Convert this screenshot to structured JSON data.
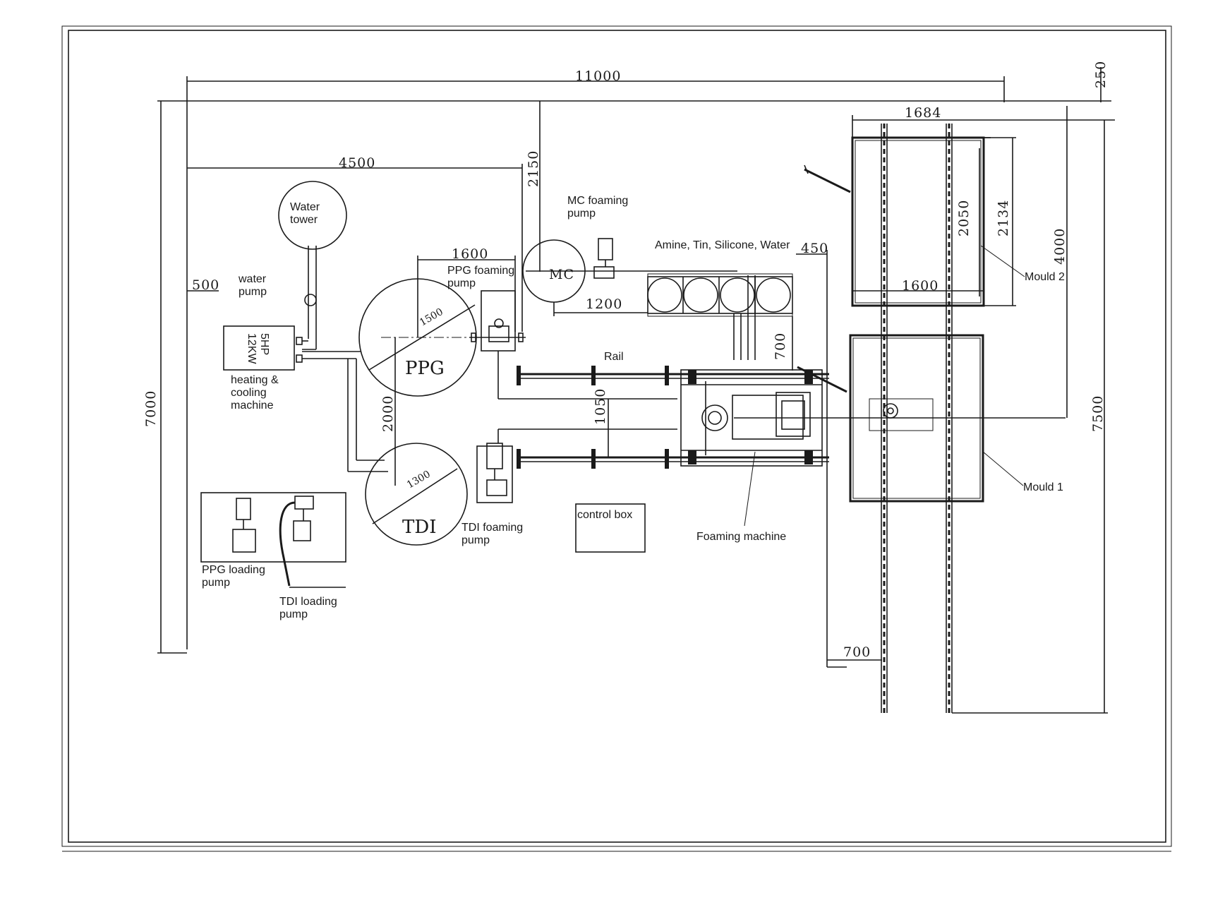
{
  "dimensions": {
    "overall_length": "11000",
    "right_offset": "250",
    "overall_width": "7000",
    "offset_4500": "4500",
    "offset_2150": "2150",
    "offset_500": "500",
    "offset_1600": "1600",
    "dia_ppg": "1500",
    "dia_tdi": "1300",
    "spacing_2000": "2000",
    "offset_1200": "1200",
    "offset_450": "450",
    "offset_700_top": "700",
    "rail_gap_1050": "1050",
    "mould_width_1684": "1684",
    "mould_inner_1600": "1600",
    "mould_len_2050": "2050",
    "mould_len_2134": "2134",
    "mould_total_4000": "4000",
    "track_7500": "7500",
    "offset_700_bottom": "700"
  },
  "labels": {
    "water_tower_1": "Water",
    "water_tower_2": "tower",
    "water_pump_1": "water",
    "water_pump_2": "pump",
    "heater_power_1": "5HP",
    "heater_power_2": "12KW",
    "heating_1": "heating &",
    "heating_2": "cooling",
    "heating_3": "machine",
    "mc_pump_1": "MC foaming",
    "mc_pump_2": "pump",
    "mc_tank": "MC",
    "additives": "Amine, Tin, Silicone, Water",
    "ppg_pump_1": "PPG foaming",
    "ppg_pump_2": "pump",
    "ppg_tank": "PPG",
    "tdi_tank": "TDI",
    "rail": "Rail",
    "tdi_pump_1": "TDI foaming",
    "tdi_pump_2": "pump",
    "control_box": "control box",
    "foaming_machine": "Foaming machine",
    "mould_2": "Mould 2",
    "mould_1": "Mould 1",
    "ppg_loading_1": "PPG loading",
    "ppg_loading_2": "pump",
    "tdi_loading_1": "TDI loading",
    "tdi_loading_2": "pump"
  }
}
